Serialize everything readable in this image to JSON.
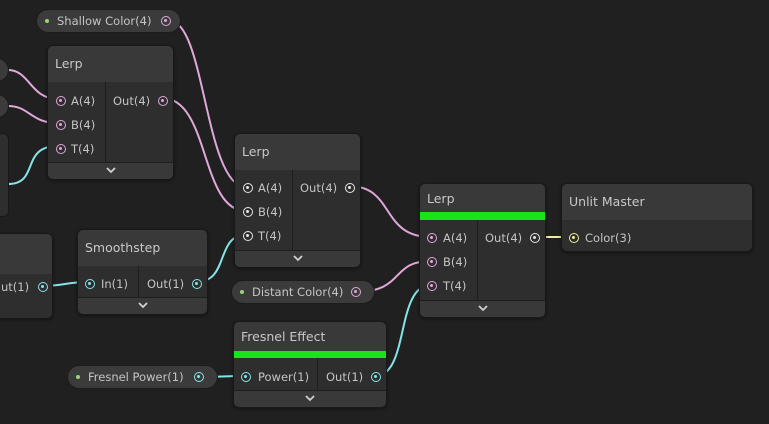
{
  "colors": {
    "background": "#202020",
    "wire_vector": "#e0a7d8",
    "wire_float": "#84e4e7",
    "wire_color3": "#eeef9c",
    "preview_bar": "#18e418"
  },
  "properties": {
    "shallow_color": "Shallow Color(4)",
    "distant_color": "Distant Color(4)",
    "fresnel_power": "Fresnel Power(1)"
  },
  "nodes": {
    "lerp1": {
      "title": "Lerp",
      "inputs": [
        "A(4)",
        "B(4)",
        "T(4)"
      ],
      "output": "Out(4)"
    },
    "lerp2": {
      "title": "Lerp",
      "inputs": [
        "A(4)",
        "B(4)",
        "T(4)"
      ],
      "output": "Out(4)"
    },
    "lerp3": {
      "title": "Lerp",
      "inputs": [
        "A(4)",
        "B(4)",
        "T(4)"
      ],
      "output": "Out(4)"
    },
    "smoothstep": {
      "title": "Smoothstep",
      "input": "In(1)",
      "output": "Out(1)"
    },
    "fresnel": {
      "title": "Fresnel Effect",
      "input": "Power(1)",
      "output": "Out(1)"
    },
    "unlit_master": {
      "title": "Unlit Master",
      "input": "Color(3)"
    },
    "partial_left": {
      "output": "ut(1)"
    }
  }
}
